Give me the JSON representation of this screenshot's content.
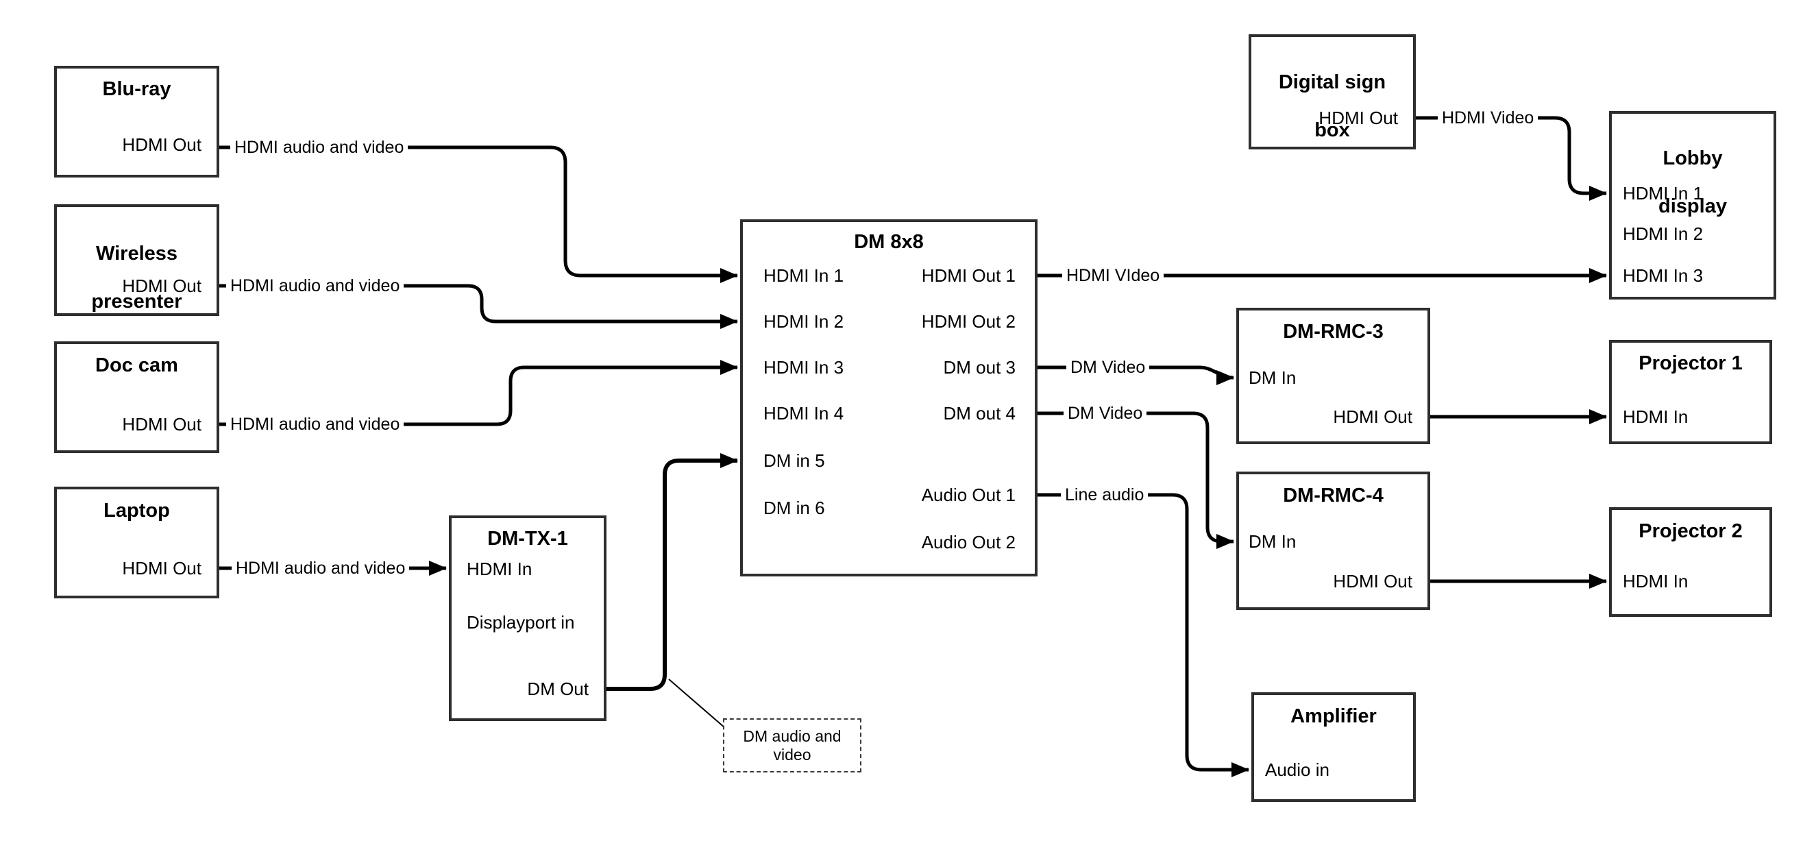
{
  "colors": {
    "background": "#ffffff",
    "line": "#000000",
    "box_border": "#2e2e2e",
    "text": "#000000"
  },
  "nodes": {
    "bluray": {
      "title": "Blu-ray",
      "port_out": "HDMI Out"
    },
    "wireless": {
      "title_line1": "Wireless",
      "title_line2": "presenter",
      "port_out": "HDMI Out"
    },
    "doccam": {
      "title": "Doc cam",
      "port_out": "HDMI Out"
    },
    "laptop": {
      "title": "Laptop",
      "port_out": "HDMI Out"
    },
    "dmtx1": {
      "title": "DM-TX-1",
      "port_hdmi_in": "HDMI In",
      "port_dp_in": "Displayport in",
      "port_dm_out": "DM Out"
    },
    "dm8x8": {
      "title": "DM 8x8",
      "in1": "HDMI In 1",
      "in2": "HDMI In 2",
      "in3": "HDMI In 3",
      "in4": "HDMI In 4",
      "in5": "DM in 5",
      "in6": "DM in 6",
      "out1": "HDMI Out 1",
      "out2": "HDMI Out 2",
      "out3": "DM out 3",
      "out4": "DM out 4",
      "aout1": "Audio Out 1",
      "aout2": "Audio Out 2"
    },
    "signbox": {
      "title_line1": "Digital sign",
      "title_line2": "box",
      "port_out": "HDMI Out"
    },
    "lobby": {
      "title_line1": "Lobby",
      "title_line2": "display",
      "in1": "HDMI In 1",
      "in2": "HDMI In 2",
      "in3": "HDMI In 3"
    },
    "dmrmc3": {
      "title": "DM-RMC-3",
      "port_in": "DM In",
      "port_out": "HDMI Out"
    },
    "proj1": {
      "title": "Projector 1",
      "port_in": "HDMI In"
    },
    "dmrmc4": {
      "title": "DM-RMC-4",
      "port_in": "DM In",
      "port_out": "HDMI Out"
    },
    "proj2": {
      "title": "Projector 2",
      "port_in": "HDMI In"
    },
    "amp": {
      "title": "Amplifier",
      "port_in": "Audio in"
    }
  },
  "edge_labels": {
    "bluray_to_dm": "HDMI audio and video",
    "wireless_to_dm": "HDMI audio and video",
    "doccam_to_dm": "HDMI audio and video",
    "laptop_to_tx": "HDMI audio and video",
    "out1_video": "HDMI VIdeo",
    "out3_video": "DM Video",
    "out4_video": "DM Video",
    "line_audio": "Line audio",
    "sign_video": "HDMI Video"
  },
  "note": {
    "line1": "DM audio and",
    "line2": "video"
  }
}
